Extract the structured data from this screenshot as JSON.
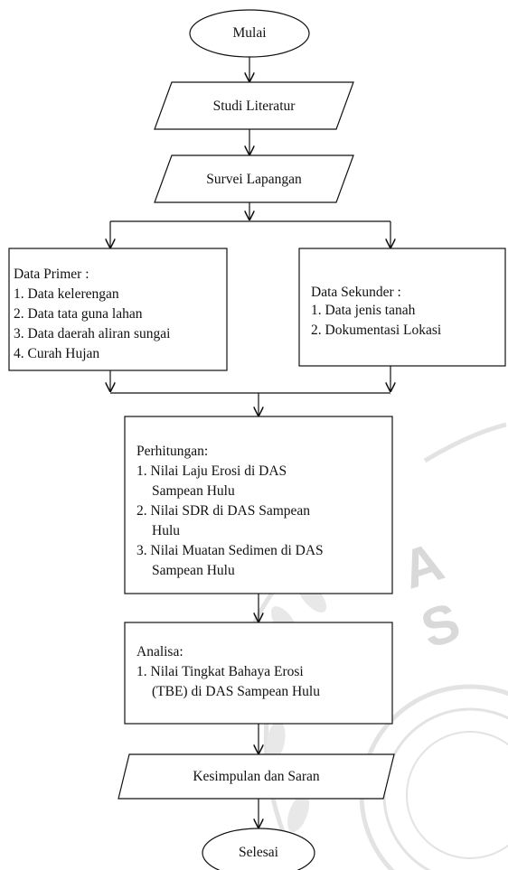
{
  "flowchart": {
    "start": "Mulai",
    "step1": "Studi Literatur",
    "step2": "Survei Lapangan",
    "primary": {
      "title": "Data Primer :",
      "items": [
        "1. Data kelerengan",
        "2. Data tata guna lahan",
        "3. Data daerah aliran sungai",
        "4. Curah Hujan"
      ]
    },
    "secondary": {
      "title": "Data Sekunder :",
      "items": [
        "1. Data jenis tanah",
        "2. Dokumentasi Lokasi"
      ]
    },
    "calculation": {
      "title": "Perhitungan:",
      "lines": [
        "1. Nilai Laju Erosi di DAS",
        "Sampean Hulu",
        "2. Nilai SDR di DAS Sampean",
        "Hulu",
        "3. Nilai Muatan Sedimen di DAS",
        "Sampean Hulu"
      ]
    },
    "analysis": {
      "title": "Analisa:",
      "lines": [
        "1. Nilai Tingkat Bahaya Erosi",
        "(TBE) di DAS Sampean Hulu"
      ]
    },
    "conclusion": "Kesimpulan dan Saran",
    "end": "Selesai"
  },
  "watermark": {
    "text": "A S",
    "color": "#d9d9d9"
  }
}
